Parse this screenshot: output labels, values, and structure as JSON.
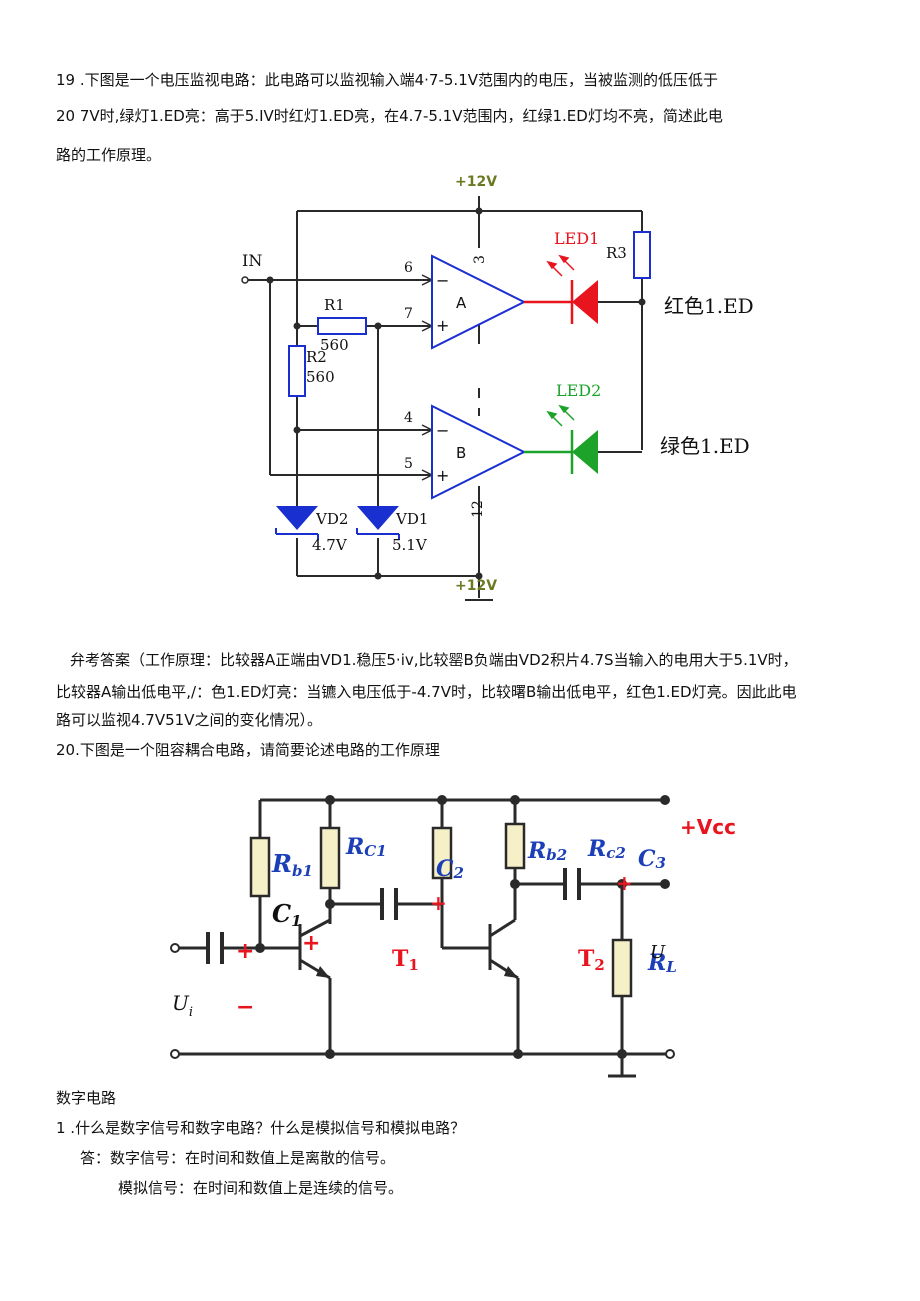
{
  "q19": {
    "line1": "19  .下图是一个电压监视电路：此电路可以监视输入端4·7-5.1V范围内的电压，当被监测的低压低于",
    "line2": "20  7V时,绿灯1.ED亮：高于5.IV时红灯1.ED亮，在4.7-5.1V范围内，红绿1.ED灯均不亮，简述此电",
    "line3": "路的工作原理。"
  },
  "circuit1": {
    "supply": "+12V",
    "input": "IN",
    "pin6": "6",
    "pin7": "7",
    "pin4": "4",
    "pin5": "5",
    "pin3": "3",
    "pin12": "12",
    "opamp_a": "A",
    "opamp_b": "B",
    "minus": "−",
    "plus": "+",
    "r1": "R1",
    "r1_value": "560",
    "r2": "R2",
    "r2_value": "560",
    "r3": "R3",
    "led1": "LED1",
    "led2": "LED2",
    "vd1": "VD1",
    "vd1_value": "5.1V",
    "vd2": "VD2",
    "vd2_value": "4.7V",
    "red_label": "红色1.ED",
    "green_label": "绿色1.ED",
    "colors": {
      "red": "#e8141e",
      "green": "#1da32a",
      "blue": "#1a2fd0",
      "wire": "#2a2a2a",
      "olive": "#6b7a22"
    }
  },
  "answer19": {
    "line1": "弁考答案（工作原理：比较器A正端由VD1.稳压5·iv,比较罂B负端由VD2积片4.7S当输入的电用大于5.1V时，",
    "line2": "比较器A输出低电平,/：色1.ED灯亮：当镳入电压低于-4.7V时，比较曙B输出低电平，红色1.ED灯亮。因此此电",
    "line3": "路可以监视4.7V51V之间的变化情况）。"
  },
  "q20": {
    "line1": "20.下图是一个阻容耦合电路，请简要论述电路的工作原理"
  },
  "circuit2": {
    "vcc": "+Vcc",
    "rb1_main": "R",
    "rb1_sub": "b1",
    "rc1_main": "R",
    "rc1_sub": "C1",
    "c2_main": "C",
    "c2_sub": "2",
    "rb2_main": "R",
    "rb2_sub": "b2",
    "rc2_main": "R",
    "rc2_sub": "c2",
    "c3_main": "C",
    "c3_sub": "3",
    "c1_main": "C",
    "c1_sub": "1",
    "t1_main": "T",
    "t1_sub": "1",
    "t2_main": "T",
    "t2_sub": "2",
    "rl_main": "R",
    "rl_sub": "L",
    "ui_main": "U",
    "ui_sub": "i",
    "uo_main": "U",
    "plus": "+",
    "minus": "−",
    "colors": {
      "label": "#1c3fb8",
      "vcc": "#e8141e",
      "plus": "#e8141e",
      "t": "#e8141e",
      "body": "#f6f0c8",
      "wire": "#2a2a2a"
    }
  },
  "digital": {
    "heading": "数字电路",
    "q1": "1  .什么是数字信号和数字电路？什么是模拟信号和模拟电路？",
    "a1": "答：数字信号：在时间和数值上是离散的信号。",
    "a2": "模拟信号：在时间和数值上是连续的信号。"
  }
}
